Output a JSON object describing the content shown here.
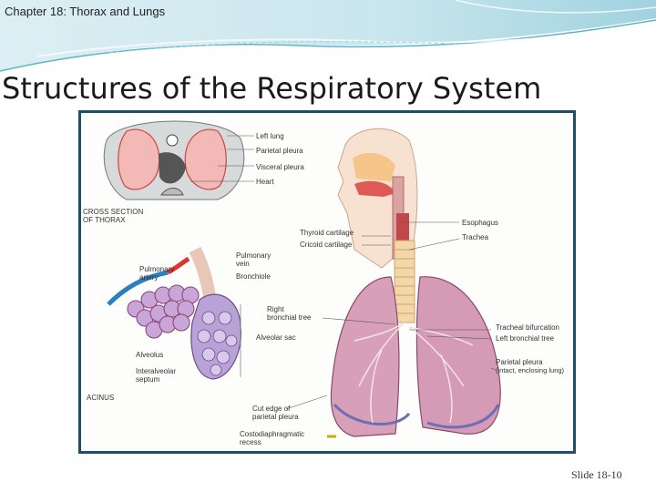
{
  "header": {
    "chapter": "Chapter 18: Thorax and Lungs",
    "title": "Structures of the Respiratory System"
  },
  "figure": {
    "labels": {
      "left_lung": "Left lung",
      "parietal_pleura": "Parietal pleura",
      "visceral_pleura": "Visceral pleura",
      "heart": "Heart",
      "cross_section_1": "CROSS SECTION",
      "cross_section_2": "OF THORAX",
      "esophagus": "Esophagus",
      "thyroid_cartilage": "Thyroid cartilage",
      "cricoid_cartilage": "Cricoid cartilage",
      "trachea": "Trachea",
      "pulmonary_vein_1": "Pulmonary",
      "pulmonary_vein_2": "vein",
      "pulmonary_artery_1": "Pulmonary",
      "pulmonary_artery_2": "artery",
      "bronchiole": "Bronchiole",
      "right_bronchial_1": "Right",
      "right_bronchial_2": "bronchial tree",
      "alveolar_sac": "Alveolar sac",
      "alveolus": "Alveolus",
      "interalveolar_1": "Interalveolar",
      "interalveolar_2": "septum",
      "acinus": "ACINUS",
      "tracheal_bifurcation": "Tracheal bifurcation",
      "left_bronchial_tree": "Left bronchial tree",
      "parietal_pleura_2_1": "Parietal pleura",
      "parietal_pleura_2_2": "(intact, enclosing lung)",
      "cut_edge_1": "Cut edge of",
      "cut_edge_2": "parietal pleura",
      "costodiaphragmatic_1": "Costodiaphragmatic",
      "costodiaphragmatic_2": "recess"
    }
  },
  "footer": {
    "slide": "Slide 18-10"
  }
}
